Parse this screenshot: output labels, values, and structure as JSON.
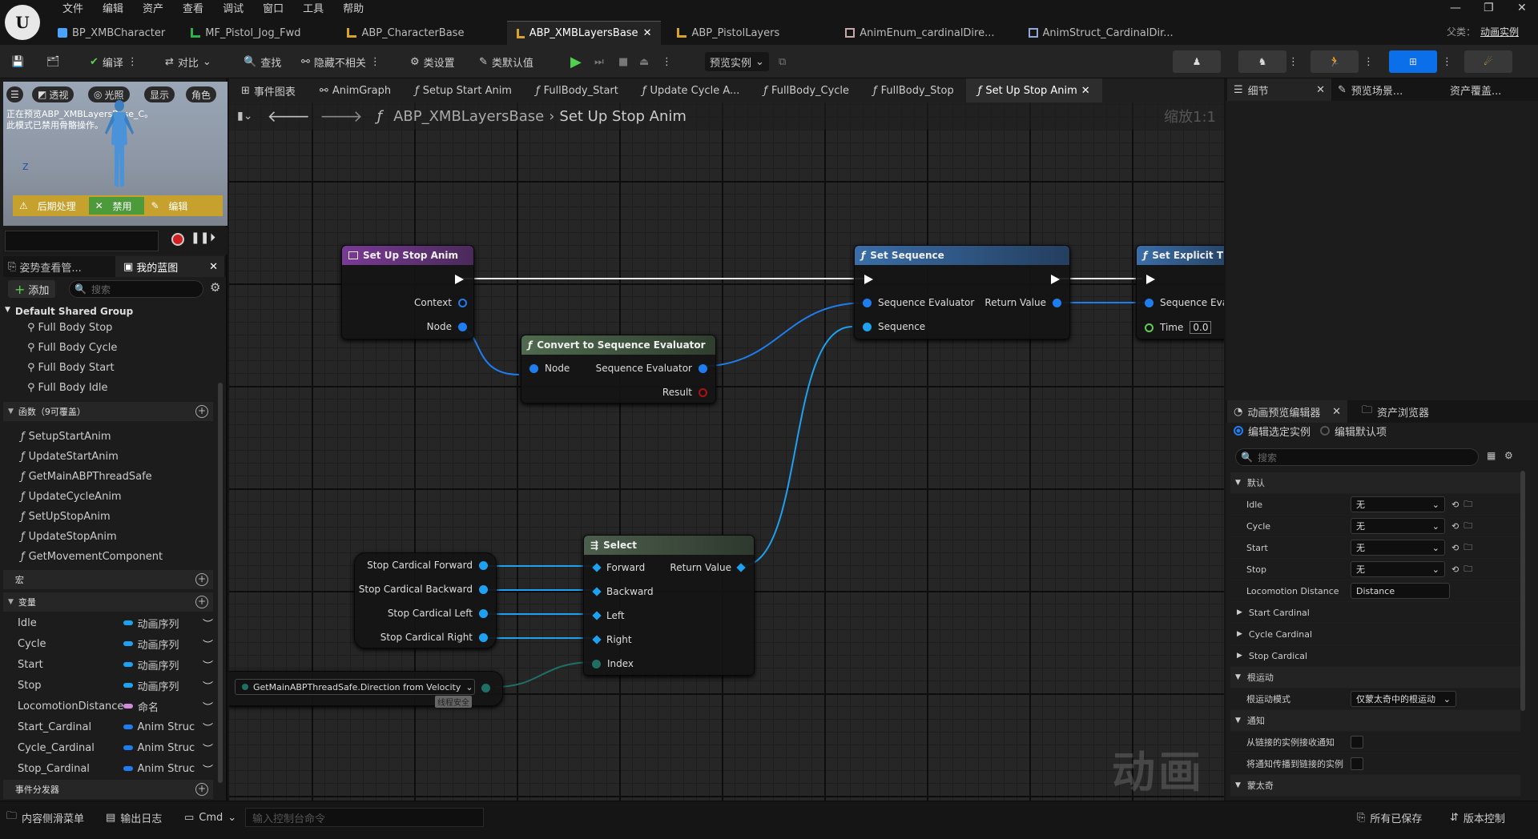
{
  "menu": [
    "文件",
    "编辑",
    "资产",
    "查看",
    "调试",
    "窗口",
    "工具",
    "帮助"
  ],
  "tabs": [
    {
      "label": "BP_XMBCharacter",
      "color": "#4aa3ff"
    },
    {
      "label": "MF_Pistol_Jog_Fwd",
      "color": "#2fb04a"
    },
    {
      "label": "ABP_CharacterBase",
      "color": "#d9a22b"
    },
    {
      "label": "ABP_XMBLayersBase",
      "color": "#d9a22b"
    },
    {
      "label": "ABP_PistolLayers",
      "color": "#d9a22b"
    },
    {
      "label": "AnimEnum_cardinalDire...",
      "color": "#c9a7a7"
    },
    {
      "label": "AnimStruct_CardinalDir...",
      "color": "#8fa8d8"
    }
  ],
  "parent_label": "父类：",
  "parent_value": "动画实例",
  "toolbar": {
    "compile": "编译",
    "diff": "对比",
    "find": "查找",
    "hide_unrelated": "隐藏不相关",
    "class_settings": "类设置",
    "class_defaults": "类默认值",
    "preview_instance": "预览实例"
  },
  "viewport": {
    "btn_perspective": "透视",
    "btn_lit": "光照",
    "btn_show": "显示",
    "btn_character": "角色",
    "overlay_text_1": "正在预览ABP_XMBLayersBase_C。",
    "overlay_text_2": "此模式已禁用骨骼操作。",
    "bar_postprocess": "后期处理",
    "bar_disabled": "禁用",
    "bar_edit": "编辑"
  },
  "leftpanel": {
    "tab_pose_watch": "姿势查看管...",
    "tab_my_blueprint": "我的蓝图",
    "add": "添加",
    "search_placeholder": "搜索",
    "group_header": "Default Shared Group",
    "group_items": [
      "Full Body Stop",
      "Full Body Cycle",
      "Full Body Start",
      "Full Body Idle"
    ],
    "functions_header": "函数（9可覆盖）",
    "functions": [
      "SetupStartAnim",
      "UpdateStartAnim",
      "GetMainABPThreadSafe",
      "UpdateCycleAnim",
      "SetUpStopAnim",
      "UpdateStopAnim",
      "GetMovementComponent"
    ],
    "macros_header": "宏",
    "variables_header": "变量",
    "variables": [
      {
        "name": "Idle",
        "type": "动画序列",
        "color": "#1ea1f0"
      },
      {
        "name": "Cycle",
        "type": "动画序列",
        "color": "#1ea1f0"
      },
      {
        "name": "Start",
        "type": "动画序列",
        "color": "#1ea1f0"
      },
      {
        "name": "Stop",
        "type": "动画序列",
        "color": "#1ea1f0"
      },
      {
        "name": "LocomotionDistance",
        "type": "命名",
        "color": "#d28ad8"
      },
      {
        "name": "Start_Cardinal",
        "type": "Anim Struc",
        "color": "#1e7ef0"
      },
      {
        "name": "Cycle_Cardinal",
        "type": "Anim Struc",
        "color": "#1e7ef0"
      },
      {
        "name": "Stop_Cardinal",
        "type": "Anim Struc",
        "color": "#1e7ef0"
      }
    ],
    "dispatchers_header": "事件分发器"
  },
  "graph_tabs": [
    "事件图表",
    "AnimGraph",
    "Setup Start Anim",
    "FullBody_Start",
    "Update Cycle A...",
    "FullBody_Cycle",
    "FullBody_Stop",
    "Set Up Stop Anim"
  ],
  "breadcrumb": {
    "root": "ABP_XMBLayersBase",
    "leaf": "Set Up Stop Anim",
    "zoom": "缩放1:1"
  },
  "watermark": "动画",
  "nodes": {
    "setup": {
      "title": "Set Up Stop Anim",
      "pins": [
        "Context",
        "Node"
      ]
    },
    "convert": {
      "title": "Convert to Sequence Evaluator",
      "in": "Node",
      "out": "Sequence Evaluator",
      "result": "Result"
    },
    "setseq": {
      "title": "Set Sequence",
      "in1": "Sequence Evaluator",
      "in2": "Sequence",
      "out": "Return Value"
    },
    "setexp": {
      "title": "Set Explicit Tir",
      "in1": "Sequence Eval",
      "in2": "Time",
      "time_value": "0.0"
    },
    "select": {
      "title": "Select",
      "ins": [
        "Forward",
        "Backward",
        "Left",
        "Right",
        "Index"
      ],
      "out": "Return Value"
    },
    "getters": [
      "Stop Cardical Forward",
      "Stop Cardical Backward",
      "Stop Cardical Left",
      "Stop Cardical Right"
    ],
    "getmain": {
      "label": "GetMainABPThreadSafe.Direction from Velocity",
      "tag": "线程安全"
    }
  },
  "rightpanel": {
    "tab_details": "细节",
    "tab_preview_scene": "预览场景...",
    "tab_asset_override": "资产覆盖...",
    "tab_anim_preview": "动画预览编辑器",
    "tab_asset_browser": "资产浏览器",
    "radio_selected": "编辑选定实例",
    "radio_default": "编辑默认项",
    "search_placeholder": "搜索",
    "cat_default": "默认",
    "props": [
      {
        "label": "Idle",
        "value": "无"
      },
      {
        "label": "Cycle",
        "value": "无"
      },
      {
        "label": "Start",
        "value": "无"
      },
      {
        "label": "Stop",
        "value": "无"
      }
    ],
    "locomotion_label": "Locomotion Distance",
    "locomotion_value": "Distance",
    "start_cardinal": "Start Cardinal",
    "cycle_cardinal": "Cycle Cardinal",
    "stop_cardinal": "Stop Cardical",
    "cat_root_motion": "根运动",
    "root_motion_mode_label": "根运动模式",
    "root_motion_mode_value": "仅蒙太奇中的根运动",
    "cat_notify": "通知",
    "notify_1": "从链接的实例接收通知",
    "notify_2": "将通知传播到链接的实例",
    "cat_montage": "蒙太奇"
  },
  "status": {
    "content_drawer": "内容侧滑菜单",
    "output_log": "输出日志",
    "cmd": "Cmd",
    "console_placeholder": "输入控制台命令",
    "all_saved": "所有已保存",
    "source_control": "版本控制"
  }
}
